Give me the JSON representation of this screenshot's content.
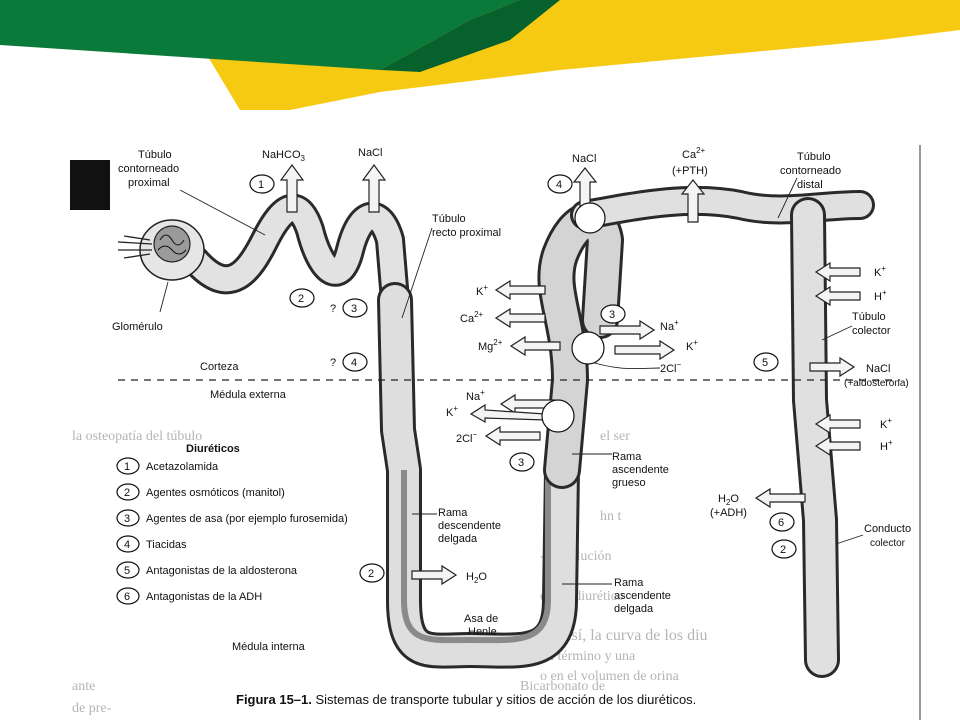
{
  "colors": {
    "banner_green": "#0a7a3a",
    "banner_yellow": "#f6c913",
    "banner_dark": "#07612d"
  },
  "labels": {
    "proximal_convoluted": [
      "Túbulo",
      "contorneado",
      "proximal"
    ],
    "nahco3": "NaHCO",
    "nahco3_sub": "3",
    "nacl_top": "NaCl",
    "nacl_right": "NaCl",
    "ca_ptm_1": "Ca",
    "ca_sup": "2+",
    "ca_ptm_2": "(+PTH)",
    "distal_convoluted": [
      "Túbulo",
      "contorneado",
      "distal"
    ],
    "straight_proximal": [
      "Túbulo",
      "recto proximal"
    ],
    "glomerulus": "Glomérulo",
    "cortex": "Corteza",
    "outer_medulla": "Médula externa",
    "inner_medulla": "Médula interna",
    "thick_ascending": [
      "Rama",
      "ascendente",
      "grueso"
    ],
    "thin_descending": [
      "Rama",
      "descendente",
      "delgada"
    ],
    "thin_ascending": [
      "Rama",
      "ascendente",
      "delgada"
    ],
    "loop_of_henle": [
      "Asa de",
      "Henle"
    ],
    "collecting_tubule": [
      "Túbulo",
      "colector"
    ],
    "collecting_duct": [
      "Conducto",
      "colector"
    ],
    "k_plus": "K",
    "h_plus": "H",
    "na_plus": "Na",
    "mg": "Mg",
    "cl": "2Cl",
    "h2o": "H",
    "h2o_o": "O",
    "h2o_sub": "2",
    "adh": "(+ADH)",
    "nacl_aldo_1": "NaCl",
    "nacl_aldo_2": "(+aldosterona)",
    "question": "?",
    "plus": "+",
    "minus": "−",
    "sup2": "2+"
  },
  "site_numbers": [
    "1",
    "2",
    "3",
    "4",
    "5",
    "6"
  ],
  "legend": {
    "title": "Diuréticos",
    "items": [
      {
        "num": "1",
        "text": "Acetazolamida"
      },
      {
        "num": "2",
        "text": "Agentes osmóticos (manitol)"
      },
      {
        "num": "3",
        "text": "Agentes de asa (por ejemplo furosemida)"
      },
      {
        "num": "4",
        "text": "Tiacidas"
      },
      {
        "num": "5",
        "text": "Antagonistas de la aldosterona"
      },
      {
        "num": "6",
        "text": "Antagonistas de la ADH"
      }
    ]
  },
  "caption": {
    "bold": "Figura 15–1.",
    "text": " Sistemas de transporte tubular y sitios de acción de los diuréticos."
  }
}
